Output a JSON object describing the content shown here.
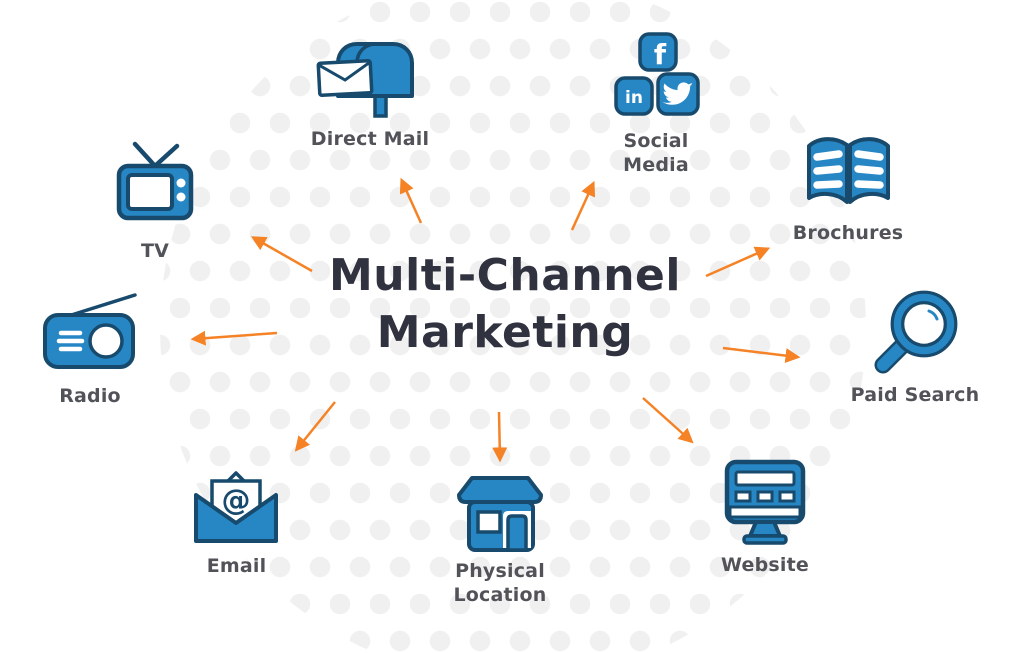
{
  "title": {
    "line1": "Multi-Channel",
    "line2": "Marketing"
  },
  "channels": [
    {
      "id": "direct-mail",
      "label": "Direct Mail",
      "icon": "mailbox-icon"
    },
    {
      "id": "social-media",
      "label": "Social Media",
      "icon": "social-media-icons"
    },
    {
      "id": "brochures",
      "label": "Brochures",
      "icon": "open-brochure-icon"
    },
    {
      "id": "paid-search",
      "label": "Paid Search",
      "icon": "magnifying-glass-icon"
    },
    {
      "id": "website",
      "label": "Website",
      "icon": "desktop-monitor-icon"
    },
    {
      "id": "physical-location",
      "label": "Physical Location",
      "icon": "storefront-icon"
    },
    {
      "id": "email",
      "label": "Email",
      "icon": "open-envelope-icon"
    },
    {
      "id": "radio",
      "label": "Radio",
      "icon": "radio-icon"
    },
    {
      "id": "tv",
      "label": "TV",
      "icon": "tv-icon"
    }
  ],
  "icon_glyphs": {
    "facebook": "f",
    "linkedin": "in",
    "email_at": "@"
  },
  "colors": {
    "icon_blue": "#2787C5",
    "icon_outline": "#174A6C",
    "arrow_orange": "#F58225",
    "title_text": "#30323F",
    "label_text": "#515359",
    "dot_pattern": "#F0F0F1",
    "background": "#FFFFFF"
  }
}
